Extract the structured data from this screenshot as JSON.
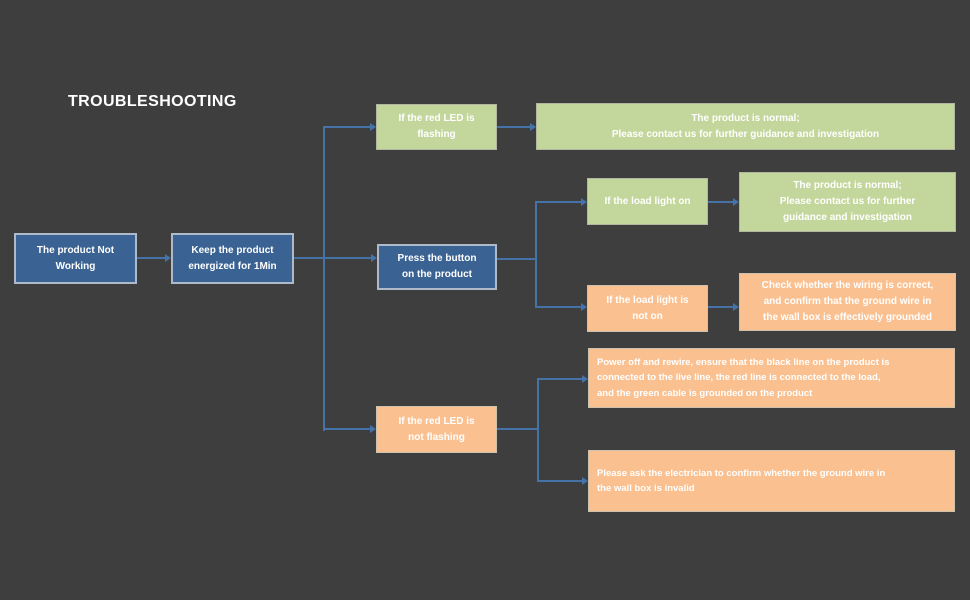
{
  "title": "TROUBLESHOOTING",
  "palette": {
    "background": "#3e3e3e",
    "blue_node": "#3a6292",
    "green_node": "#c3d69b",
    "orange_node": "#fac090",
    "connector": "#4573a8",
    "text": "#ffffff"
  },
  "nodes": {
    "start": {
      "text": "The product Not\nWorking",
      "type": "blue"
    },
    "energize": {
      "text": "Keep the product\nenergized for 1Min",
      "type": "blue"
    },
    "led_flashing": {
      "text": "If the red LED is\nflashing",
      "type": "green"
    },
    "normal_top": {
      "text": "The product is normal;\nPlease contact us for further guidance and investigation",
      "type": "green"
    },
    "press_button": {
      "text": "Press the button\non the product",
      "type": "blue"
    },
    "load_light_on": {
      "text": "If the load light on",
      "type": "green"
    },
    "normal_mid": {
      "text": "The product is normal;\nPlease contact us for further\nguidance and investigation",
      "type": "green"
    },
    "load_light_off": {
      "text": "If the load light is\nnot on",
      "type": "orange"
    },
    "check_wiring": {
      "text": "Check whether the wiring is correct,\nand confirm that the ground wire in\nthe wall box is effectively grounded",
      "type": "orange"
    },
    "led_not_flashing": {
      "text": "If the red LED is\nnot flashing",
      "type": "orange"
    },
    "rewire": {
      "text": "Power off and rewire, ensure that the black line on the product is\nconnected to the live line, the red line is connected to the load,\nand the green cable is grounded on the product",
      "type": "orange"
    },
    "electrician": {
      "text": "Please ask the electrician to confirm whether the ground wire in\nthe wall box is invalid",
      "type": "orange"
    }
  },
  "edges": [
    {
      "from": "start",
      "to": "energize"
    },
    {
      "from": "energize",
      "to": "led_flashing"
    },
    {
      "from": "energize",
      "to": "press_button"
    },
    {
      "from": "energize",
      "to": "led_not_flashing"
    },
    {
      "from": "led_flashing",
      "to": "normal_top"
    },
    {
      "from": "press_button",
      "to": "load_light_on"
    },
    {
      "from": "press_button",
      "to": "load_light_off"
    },
    {
      "from": "load_light_on",
      "to": "normal_mid"
    },
    {
      "from": "load_light_off",
      "to": "check_wiring"
    },
    {
      "from": "led_not_flashing",
      "to": "rewire"
    },
    {
      "from": "led_not_flashing",
      "to": "electrician"
    }
  ]
}
